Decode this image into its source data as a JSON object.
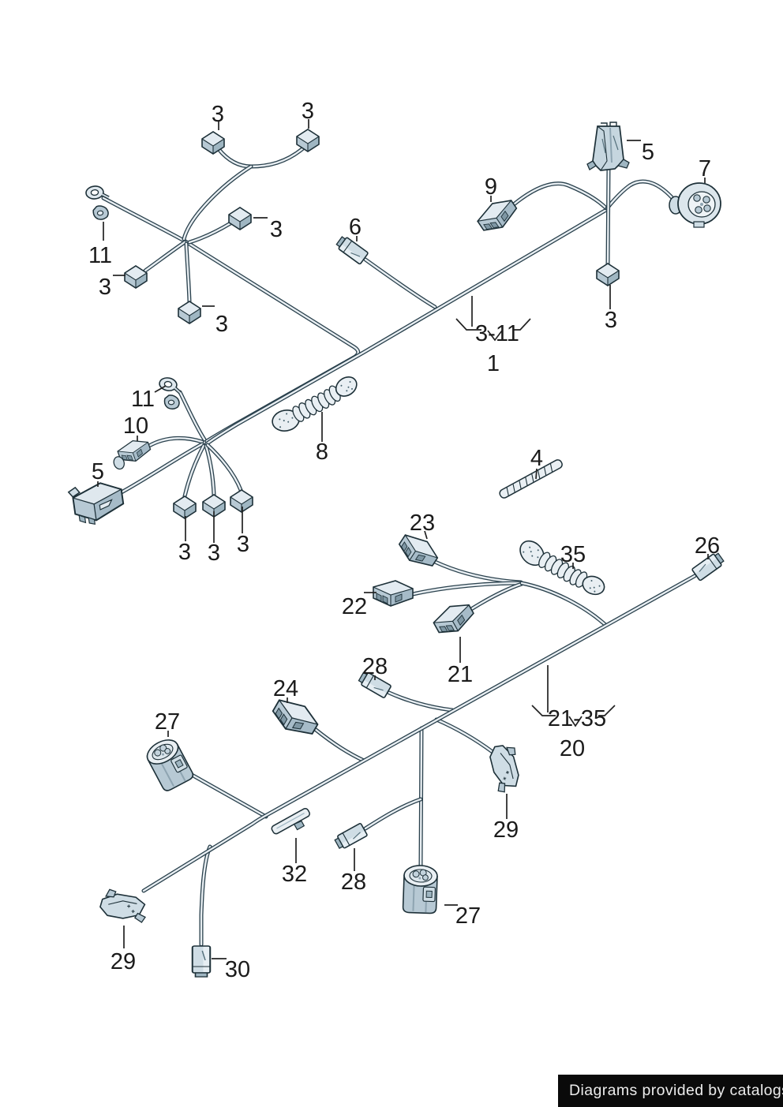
{
  "callouts": {
    "t3a": "3",
    "t3b": "3",
    "t3c": "3",
    "t11": "11",
    "t3d": "3",
    "t3e": "3",
    "t6": "6",
    "t9": "9",
    "t5": "5",
    "t7": "7",
    "t3f": "3",
    "group1_range": "3-11",
    "t1": "1",
    "m11": "11",
    "m10": "10",
    "m5": "5",
    "m8": "8",
    "m3a": "3",
    "m3b": "3",
    "m3c": "3",
    "m4": "4",
    "b23": "23",
    "b22": "22",
    "b21": "21",
    "b35": "35",
    "b26": "26",
    "b28a": "28",
    "b24": "24",
    "b27a": "27",
    "b29a": "29",
    "group20_range": "21-35",
    "b20": "20",
    "b32": "32",
    "b28b": "28",
    "b29b": "29",
    "b30": "30",
    "b27b": "27"
  },
  "footer": {
    "text": "Diagrams provided by catalogs parts"
  },
  "colors": {
    "outline": "#1d3038",
    "wire_core": "#e8eef2",
    "part_fill": "#cfdde5",
    "footer_bg": "#0a0a0a",
    "footer_text": "#ececec"
  }
}
